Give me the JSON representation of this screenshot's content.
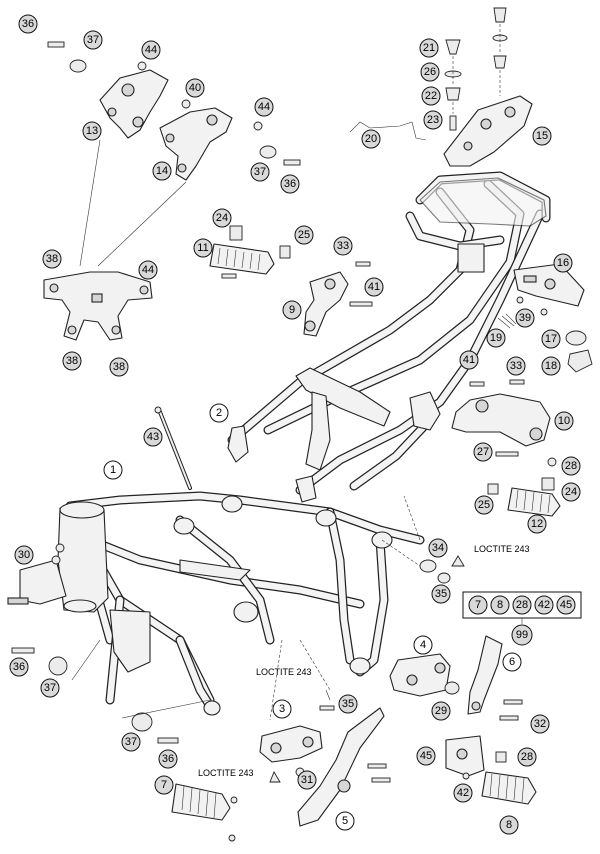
{
  "callouts": {
    "c1": "1",
    "c2": "2",
    "c3": "3",
    "c4": "4",
    "c5": "5",
    "c6": "6",
    "c7": "7",
    "c8": "8",
    "c9": "9",
    "c10": "10",
    "c11": "11",
    "c12": "12",
    "c13": "13",
    "c14": "14",
    "c15": "15",
    "c16": "16",
    "c17": "17",
    "c18": "18",
    "c19": "19",
    "c20": "20",
    "c21": "21",
    "c22": "22",
    "c23": "23",
    "c24a": "24",
    "c24b": "24",
    "c25a": "25",
    "c25b": "25",
    "c26": "26",
    "c27": "27",
    "c28a": "28",
    "c28b": "28",
    "c29": "29",
    "c30": "30",
    "c31": "31",
    "c32": "32",
    "c33a": "33",
    "c33b": "33",
    "c34": "34",
    "c35a": "35",
    "c35b": "35",
    "c36a": "36",
    "c36b": "36",
    "c36c": "36",
    "c36d": "36",
    "c37a": "37",
    "c37b": "37",
    "c37c": "37",
    "c37d": "37",
    "c38a": "38",
    "c38b": "38",
    "c38c": "38",
    "c39": "39",
    "c40": "40",
    "c41a": "41",
    "c41b": "41",
    "c42": "42",
    "c43": "43",
    "c44a": "44",
    "c44b": "44",
    "c44c": "44",
    "c45": "45"
  },
  "notes": {
    "loctite_a": "LOCTITE 243",
    "loctite_b": "LOCTITE 243",
    "loctite_c": "LOCTITE 243"
  },
  "kit": {
    "items": [
      "7",
      "8",
      "28",
      "42",
      "45"
    ],
    "total": "99"
  }
}
